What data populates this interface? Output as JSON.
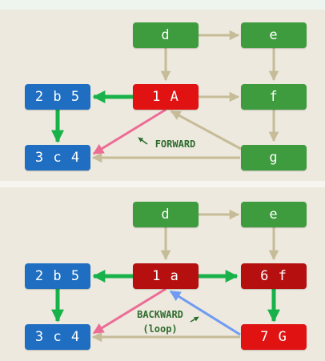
{
  "colors": {
    "green": "#3e9b3e",
    "blue": "#1f6ec2",
    "red": "#e01212",
    "dark_red": "#b50f0f",
    "tan": "#c6bc98",
    "thick_green": "#19b24a",
    "pink": "#ec6c96",
    "light_blue": "#6f9bf2",
    "label_green": "#2e6b2e"
  },
  "top": {
    "node_d": "d",
    "node_e": "e",
    "node_1A": "1 A",
    "node_f": "f",
    "node_2b5": "2 b 5",
    "node_3c4": "3 c 4",
    "node_g": "g",
    "label_forward": "FORWARD"
  },
  "bottom": {
    "node_d": "d",
    "node_e": "e",
    "node_1a": "1 a",
    "node_6f": "6 f",
    "node_2b5": "2 b 5",
    "node_3c4": "3 c 4",
    "node_7G": "7 G",
    "label_backward": "BACKWARD",
    "label_loop": "(loop)"
  }
}
